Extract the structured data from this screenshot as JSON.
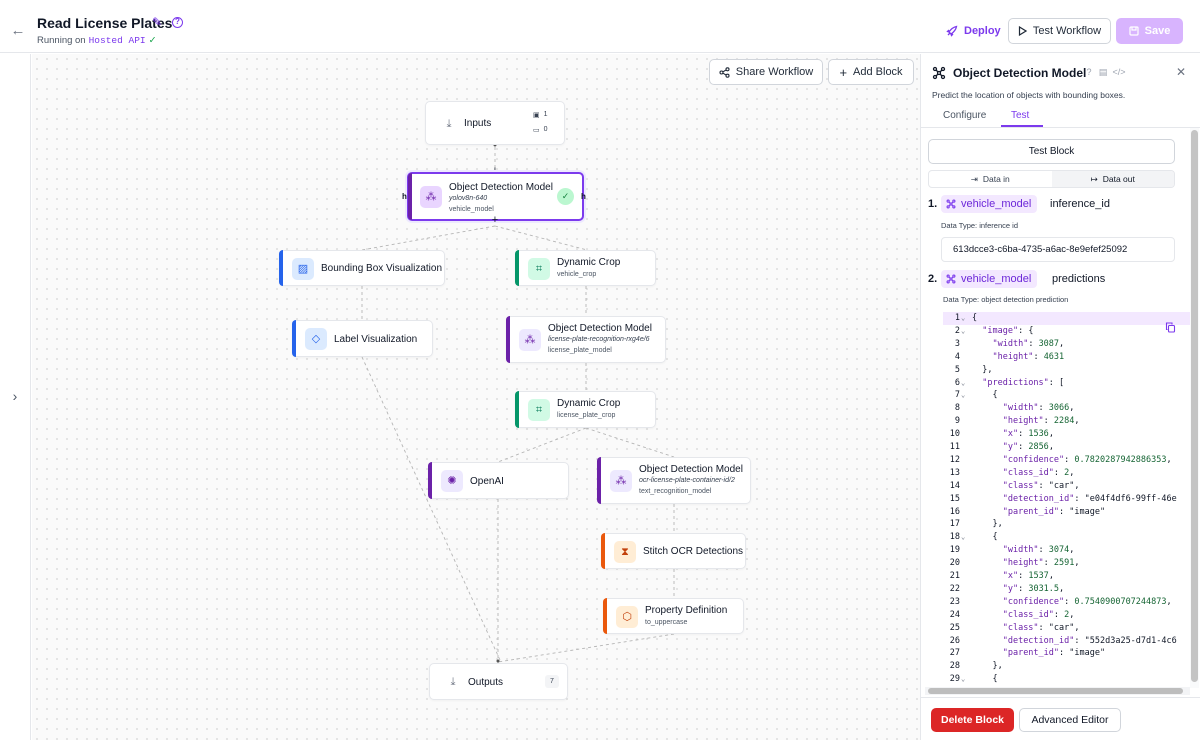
{
  "header": {
    "back_icon": "arrow-left-icon",
    "title": "Read License Plates",
    "running_prefix": "Running on",
    "running_target": "Hosted API",
    "deploy_label": "Deploy",
    "test_workflow_label": "Test Workflow",
    "save_label": "Save"
  },
  "canvas": {
    "share_label": "Share Workflow",
    "add_block_label": "Add Block",
    "nodes": {
      "inputs": {
        "title": "Inputs",
        "images_count": "1",
        "params_count": "0"
      },
      "od1": {
        "title": "Object Detection Model",
        "model": "yolov8n-640",
        "name": "vehicle_model"
      },
      "bbox_vis": {
        "title": "Bounding Box Visualization"
      },
      "crop1": {
        "title": "Dynamic Crop",
        "name": "vehicle_crop"
      },
      "label_vis": {
        "title": "Label Visualization"
      },
      "od2": {
        "title": "Object Detection Model",
        "model": "license-plate-recognition-rxg4e/6",
        "name": "license_plate_model"
      },
      "crop2": {
        "title": "Dynamic Crop",
        "name": "license_plate_crop"
      },
      "openai": {
        "title": "OpenAI"
      },
      "od3": {
        "title": "Object Detection Model",
        "model": "ocr-license-plate-container-id/2",
        "name": "text_recognition_model"
      },
      "stitch": {
        "title": "Stitch OCR Detections"
      },
      "propdef": {
        "title": "Property Definition",
        "name": "to_uppercase"
      },
      "outputs": {
        "title": "Outputs",
        "count": "7"
      }
    }
  },
  "panel": {
    "title": "Object Detection Model",
    "description": "Predict the location of objects with bounding boxes.",
    "tabs": [
      "Configure",
      "Test"
    ],
    "active_tab": "Test",
    "test_block_label": "Test Block",
    "data_in_label": "Data in",
    "data_out_label": "Data out",
    "item1": {
      "num": "1.",
      "chip": "vehicle_model",
      "label": "inference_id",
      "dtype": "Data Type: inference id",
      "value": "613dcce3-c6ba-4735-a6ac-8e9efef25092"
    },
    "item2": {
      "num": "2.",
      "chip": "vehicle_model",
      "label": "predictions",
      "dtype": "Data Type: object detection prediction"
    },
    "code_lines": [
      {
        "n": "1",
        "fold": true,
        "hl": true,
        "parts": [
          [
            "p",
            "{"
          ]
        ]
      },
      {
        "n": "2",
        "fold": true,
        "parts": [
          [
            "p",
            "  "
          ],
          [
            "k",
            "\"image\""
          ],
          [
            "p",
            ": {"
          ]
        ]
      },
      {
        "n": "3",
        "parts": [
          [
            "p",
            "    "
          ],
          [
            "k",
            "\"width\""
          ],
          [
            "p",
            ": "
          ],
          [
            "n",
            "3087"
          ],
          [
            "p",
            ","
          ]
        ]
      },
      {
        "n": "4",
        "parts": [
          [
            "p",
            "    "
          ],
          [
            "k",
            "\"height\""
          ],
          [
            "p",
            ": "
          ],
          [
            "n",
            "4631"
          ]
        ]
      },
      {
        "n": "5",
        "parts": [
          [
            "p",
            "  },"
          ]
        ]
      },
      {
        "n": "6",
        "fold": true,
        "parts": [
          [
            "p",
            "  "
          ],
          [
            "k",
            "\"predictions\""
          ],
          [
            "p",
            ": ["
          ]
        ]
      },
      {
        "n": "7",
        "fold": true,
        "parts": [
          [
            "p",
            "    {"
          ]
        ]
      },
      {
        "n": "8",
        "parts": [
          [
            "p",
            "      "
          ],
          [
            "k",
            "\"width\""
          ],
          [
            "p",
            ": "
          ],
          [
            "n",
            "3066"
          ],
          [
            "p",
            ","
          ]
        ]
      },
      {
        "n": "9",
        "parts": [
          [
            "p",
            "      "
          ],
          [
            "k",
            "\"height\""
          ],
          [
            "p",
            ": "
          ],
          [
            "n",
            "2284"
          ],
          [
            "p",
            ","
          ]
        ]
      },
      {
        "n": "10",
        "parts": [
          [
            "p",
            "      "
          ],
          [
            "k",
            "\"x\""
          ],
          [
            "p",
            ": "
          ],
          [
            "n",
            "1536"
          ],
          [
            "p",
            ","
          ]
        ]
      },
      {
        "n": "11",
        "parts": [
          [
            "p",
            "      "
          ],
          [
            "k",
            "\"y\""
          ],
          [
            "p",
            ": "
          ],
          [
            "n",
            "2856"
          ],
          [
            "p",
            ","
          ]
        ]
      },
      {
        "n": "12",
        "parts": [
          [
            "p",
            "      "
          ],
          [
            "k",
            "\"confidence\""
          ],
          [
            "p",
            ": "
          ],
          [
            "n",
            "0.7820287942886353"
          ],
          [
            "p",
            ","
          ]
        ]
      },
      {
        "n": "13",
        "parts": [
          [
            "p",
            "      "
          ],
          [
            "k",
            "\"class_id\""
          ],
          [
            "p",
            ": "
          ],
          [
            "n",
            "2"
          ],
          [
            "p",
            ","
          ]
        ]
      },
      {
        "n": "14",
        "parts": [
          [
            "p",
            "      "
          ],
          [
            "k",
            "\"class\""
          ],
          [
            "p",
            ": "
          ],
          [
            "s",
            "\"car\""
          ],
          [
            "p",
            ","
          ]
        ]
      },
      {
        "n": "15",
        "parts": [
          [
            "p",
            "      "
          ],
          [
            "k",
            "\"detection_id\""
          ],
          [
            "p",
            ": "
          ],
          [
            "s",
            "\"e04f4df6-99ff-46e"
          ]
        ]
      },
      {
        "n": "16",
        "parts": [
          [
            "p",
            "      "
          ],
          [
            "k",
            "\"parent_id\""
          ],
          [
            "p",
            ": "
          ],
          [
            "s",
            "\"image\""
          ]
        ]
      },
      {
        "n": "17",
        "parts": [
          [
            "p",
            "    },"
          ]
        ]
      },
      {
        "n": "18",
        "fold": true,
        "parts": [
          [
            "p",
            "    {"
          ]
        ]
      },
      {
        "n": "19",
        "parts": [
          [
            "p",
            "      "
          ],
          [
            "k",
            "\"width\""
          ],
          [
            "p",
            ": "
          ],
          [
            "n",
            "3074"
          ],
          [
            "p",
            ","
          ]
        ]
      },
      {
        "n": "20",
        "parts": [
          [
            "p",
            "      "
          ],
          [
            "k",
            "\"height\""
          ],
          [
            "p",
            ": "
          ],
          [
            "n",
            "2591"
          ],
          [
            "p",
            ","
          ]
        ]
      },
      {
        "n": "21",
        "parts": [
          [
            "p",
            "      "
          ],
          [
            "k",
            "\"x\""
          ],
          [
            "p",
            ": "
          ],
          [
            "n",
            "1537"
          ],
          [
            "p",
            ","
          ]
        ]
      },
      {
        "n": "22",
        "parts": [
          [
            "p",
            "      "
          ],
          [
            "k",
            "\"y\""
          ],
          [
            "p",
            ": "
          ],
          [
            "n",
            "3031.5"
          ],
          [
            "p",
            ","
          ]
        ]
      },
      {
        "n": "23",
        "parts": [
          [
            "p",
            "      "
          ],
          [
            "k",
            "\"confidence\""
          ],
          [
            "p",
            ": "
          ],
          [
            "n",
            "0.7540900707244873"
          ],
          [
            "p",
            ","
          ]
        ]
      },
      {
        "n": "24",
        "parts": [
          [
            "p",
            "      "
          ],
          [
            "k",
            "\"class_id\""
          ],
          [
            "p",
            ": "
          ],
          [
            "n",
            "2"
          ],
          [
            "p",
            ","
          ]
        ]
      },
      {
        "n": "25",
        "parts": [
          [
            "p",
            "      "
          ],
          [
            "k",
            "\"class\""
          ],
          [
            "p",
            ": "
          ],
          [
            "s",
            "\"car\""
          ],
          [
            "p",
            ","
          ]
        ]
      },
      {
        "n": "26",
        "parts": [
          [
            "p",
            "      "
          ],
          [
            "k",
            "\"detection_id\""
          ],
          [
            "p",
            ": "
          ],
          [
            "s",
            "\"552d3a25-d7d1-4c6"
          ]
        ]
      },
      {
        "n": "27",
        "parts": [
          [
            "p",
            "      "
          ],
          [
            "k",
            "\"parent_id\""
          ],
          [
            "p",
            ": "
          ],
          [
            "s",
            "\"image\""
          ]
        ]
      },
      {
        "n": "28",
        "parts": [
          [
            "p",
            "    },"
          ]
        ]
      },
      {
        "n": "29",
        "fold": true,
        "parts": [
          [
            "p",
            "    {"
          ]
        ]
      }
    ],
    "delete_label": "Delete Block",
    "advanced_label": "Advanced Editor"
  },
  "colors": {
    "accent": "#7c3aed",
    "model_bar": "#6b21a8",
    "vis_bar": "#2563eb",
    "crop_bar": "#059669",
    "formatter_bar": "#ea580c",
    "delete": "#dc2626"
  }
}
